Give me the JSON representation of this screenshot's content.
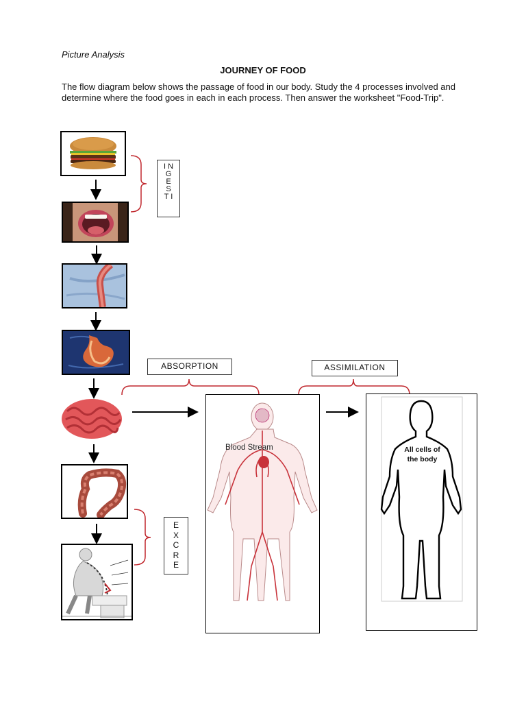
{
  "document": {
    "heading": "Picture Analysis",
    "title": "JOURNEY OF FOOD",
    "intro": "The flow diagram below shows the passage of food in our body. Study the 4 processes involved and determine where the food goes in each in each process. Then answer the worksheet \"Food-Trip\"."
  },
  "processes": {
    "ingestion_letters": [
      "I N",
      "G",
      "E",
      "S",
      "T I"
    ],
    "excretion_letters": [
      "E",
      "X",
      "C",
      "R",
      "E"
    ],
    "absorption": "ABSORPTION",
    "assimilation": "ASSIMILATION"
  },
  "steps": [
    {
      "icon": "burger-icon"
    },
    {
      "icon": "open-mouth-icon"
    },
    {
      "icon": "esophagus-icon"
    },
    {
      "icon": "stomach-icon"
    },
    {
      "icon": "small-intestine-icon"
    },
    {
      "icon": "large-intestine-icon"
    },
    {
      "icon": "toilet-sitting-icon"
    }
  ],
  "panels": {
    "blood_stream": "Blood Stream",
    "all_cells_line1": "All cells of",
    "all_cells_line2": "the body"
  },
  "colors": {
    "bracket": "#c0272d",
    "artery": "#c8323a",
    "arrow": "#000000"
  }
}
